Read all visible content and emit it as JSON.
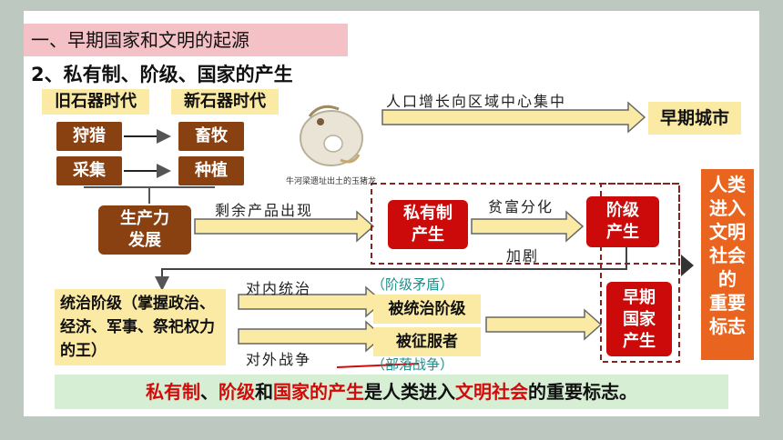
{
  "section_title": "一、早期国家和文明的起源",
  "subtitle": "2、私有制、阶级、国家的产生",
  "paleolithic": {
    "title": "旧石器时代",
    "items": [
      "狩猎",
      "采集"
    ]
  },
  "neolithic": {
    "title": "新石器时代",
    "items": [
      "畜牧",
      "种植"
    ]
  },
  "artifact_caption": "牛河梁遗址出土的玉猪龙",
  "productivity": "生产力\n发展",
  "surplus_label": "剩余产品出现",
  "population_label": "人口增长向区域中心集中",
  "early_city": "早期城市",
  "private_property": "私有制\n产生",
  "wealth_label": "贫富分化",
  "intensify_label": "加剧",
  "class_emerge": "阶级\n产生",
  "ruling_class": "统治阶级（掌握政治、经济、军事、祭祀权力的王）",
  "internal_rule_label": "对内统治",
  "external_war_label": "对外战争",
  "class_conflict": "（阶级矛盾）",
  "tribal_war": "（部落战争）",
  "ruled_class": "被统治阶级",
  "conquered": "被征服者",
  "early_state": "早期\n国家\n产生",
  "civilization_marker": "人类\n进入\n文明\n社会\n的\n重要\n标志",
  "conclusion": {
    "p1": "私有制",
    "s1": "、",
    "p2": "阶级",
    "s2": "和",
    "p3": "国家的产生",
    "s3": "是人类进入",
    "p4": "文明社会",
    "s4": "的重要标志。"
  },
  "colors": {
    "brown": "#8a4112",
    "red": "#cc0a0a",
    "orange": "#e9641e",
    "yellow": "#fbeaa4",
    "pink": "#f3c1c6",
    "green": "#d6efd4",
    "teal": "#1d8f8a"
  }
}
